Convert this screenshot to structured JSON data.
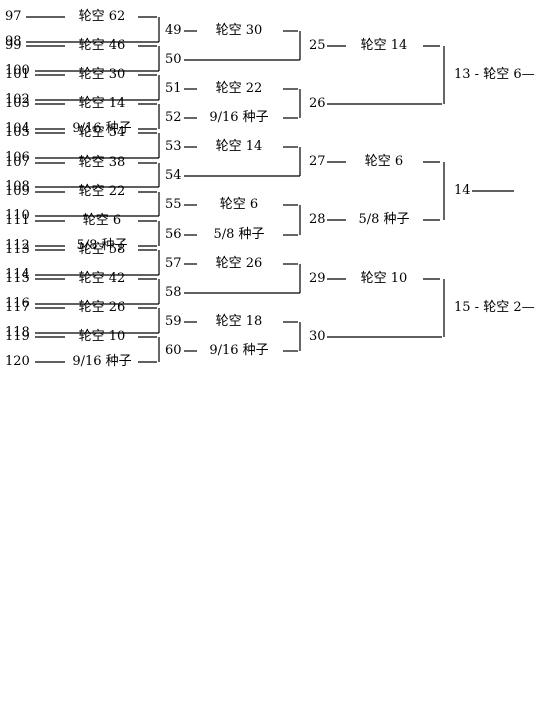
{
  "bracket": {
    "line_color": "#000000",
    "round1": [
      {
        "pos": "97",
        "entry": "轮空 62"
      },
      {
        "pos": "98",
        "entry": ""
      },
      {
        "pos": "99",
        "entry": "轮空 46"
      },
      {
        "pos": "100",
        "entry": ""
      },
      {
        "pos": "101",
        "entry": "轮空 30"
      },
      {
        "pos": "102",
        "entry": ""
      },
      {
        "pos": "103",
        "entry": "轮空 14"
      },
      {
        "pos": "104",
        "entry": "9/16 种子"
      },
      {
        "pos": "105",
        "entry": "轮空 54"
      },
      {
        "pos": "106",
        "entry": ""
      },
      {
        "pos": "107",
        "entry": "轮空 38"
      },
      {
        "pos": "108",
        "entry": ""
      },
      {
        "pos": "109",
        "entry": "轮空 22"
      },
      {
        "pos": "110",
        "entry": ""
      },
      {
        "pos": "111",
        "entry": "轮空 6"
      },
      {
        "pos": "112",
        "entry": "5/8 种子"
      },
      {
        "pos": "113",
        "entry": "轮空 58"
      },
      {
        "pos": "114",
        "entry": ""
      },
      {
        "pos": "115",
        "entry": "轮空 42"
      },
      {
        "pos": "116",
        "entry": ""
      },
      {
        "pos": "117",
        "entry": "轮空 26"
      },
      {
        "pos": "118",
        "entry": ""
      },
      {
        "pos": "119",
        "entry": "轮空 10"
      },
      {
        "pos": "120",
        "entry": "9/16 种子"
      }
    ],
    "round2": [
      {
        "pos": "49",
        "entry": "轮空 30"
      },
      {
        "pos": "50",
        "entry": ""
      },
      {
        "pos": "51",
        "entry": "轮空 22"
      },
      {
        "pos": "52",
        "entry": "9/16 种子"
      },
      {
        "pos": "53",
        "entry": "轮空 14"
      },
      {
        "pos": "54",
        "entry": ""
      },
      {
        "pos": "55",
        "entry": "轮空 6"
      },
      {
        "pos": "56",
        "entry": "5/8 种子"
      },
      {
        "pos": "57",
        "entry": "轮空 26"
      },
      {
        "pos": "58",
        "entry": ""
      },
      {
        "pos": "59",
        "entry": "轮空 18"
      },
      {
        "pos": "60",
        "entry": "9/16 种子"
      }
    ],
    "round3": [
      {
        "pos": "25",
        "entry": "轮空 14"
      },
      {
        "pos": "26",
        "entry": ""
      },
      {
        "pos": "27",
        "entry": "轮空 6"
      },
      {
        "pos": "28",
        "entry": "5/8 种子"
      },
      {
        "pos": "29",
        "entry": "轮空 10"
      },
      {
        "pos": "30",
        "entry": ""
      }
    ],
    "round4": [
      {
        "pos": "13",
        "text": "13 - 轮空 6—"
      },
      {
        "pos": "14",
        "text": "14"
      },
      {
        "pos": "15",
        "text": "15 - 轮空 2—"
      }
    ]
  }
}
